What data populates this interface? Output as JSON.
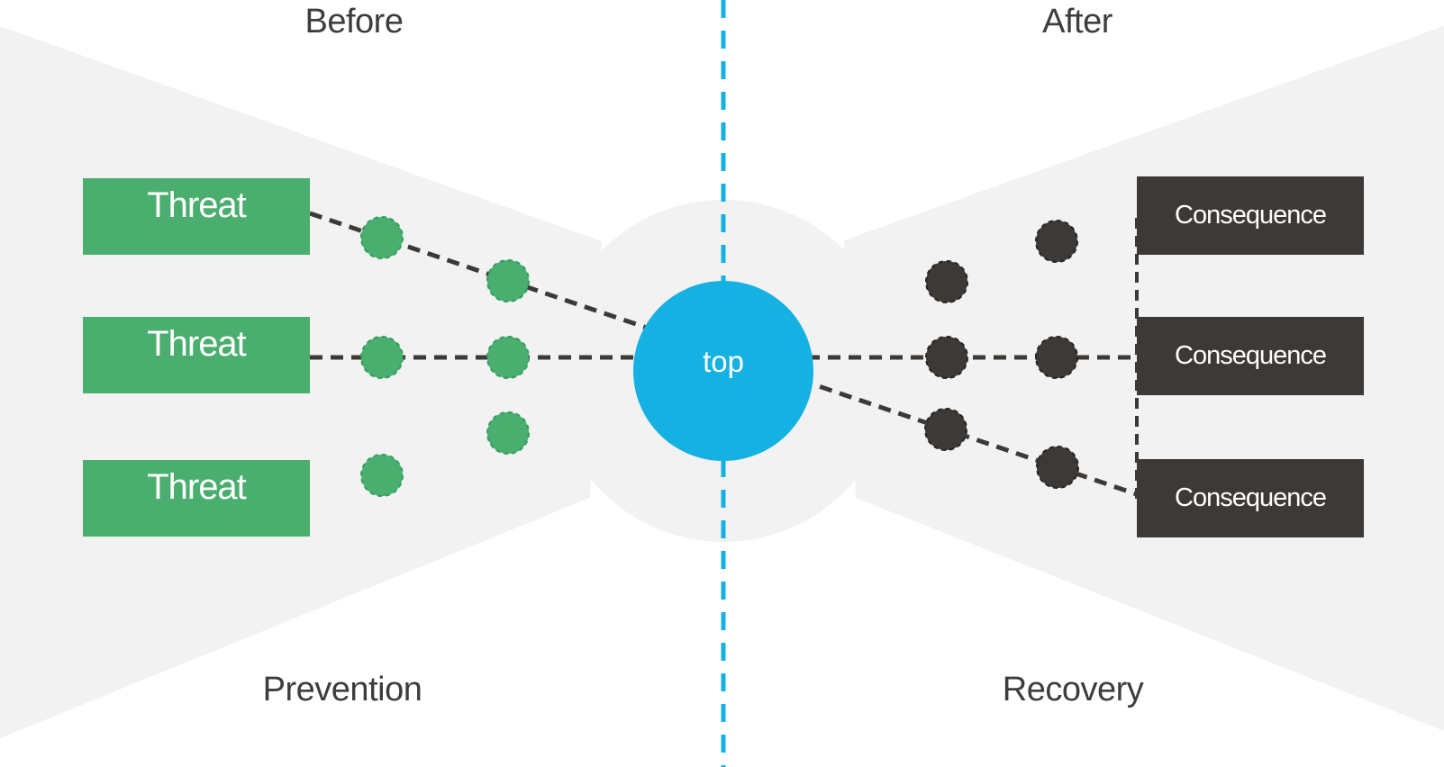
{
  "diagram": {
    "type": "bowtie-risk-diagram",
    "phases": {
      "left": "Before",
      "right": "After"
    },
    "functions": {
      "left": "Prevention",
      "right": "Recovery"
    },
    "top_event": "top",
    "threats": [
      "Threat",
      "Threat",
      "Threat"
    ],
    "consequences": [
      "Consequence",
      "Consequence",
      "Consequence"
    ],
    "barriers": {
      "prevention_dot_count": 6,
      "recovery_dot_count": 6
    },
    "colors": {
      "background": "#ffffff",
      "funnel": "#f2f2f2",
      "threat_box": "#4aae6e",
      "consequence_box": "#3d3936",
      "top_event_circle": "#15b1e2",
      "connector_line": "#3d3936",
      "center_line": "#15b1e2",
      "phase_text": "#3f3c3a",
      "box_text": "#ffffff"
    }
  }
}
